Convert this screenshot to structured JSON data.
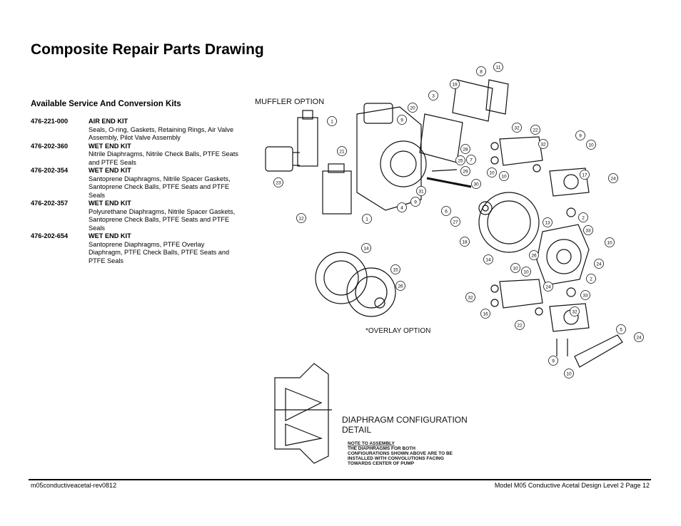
{
  "title": "Composite Repair Parts Drawing",
  "kits_heading": "Available Service And Conversion Kits",
  "kits": [
    {
      "part_no": "476-221-000",
      "name": "AIR END KIT",
      "desc": "Seals, O-ring, Gaskets, Retaining Rings, Air Valve Assembly, Pilot Valve Assembly"
    },
    {
      "part_no": "476-202-360",
      "name": "WET END KIT",
      "desc": "Nitrile Diaphragms, Nitrile Check Balls, PTFE Seats and PTFE Seals"
    },
    {
      "part_no": "476-202-354",
      "name": "WET END KIT",
      "desc": "Santoprene Diaphragms, Nitrile Spacer Gaskets, Santoprene Check Balls, PTFE Seats and PTFE Seals"
    },
    {
      "part_no": "476-202-357",
      "name": "WET END KIT",
      "desc": "Polyurethane Diaphragms, Nitrile Spacer Gaskets, Santoprene Check Balls, PTFE Seats and PTFE Seals"
    },
    {
      "part_no": "476-202-654",
      "name": "WET END KIT",
      "desc": "Santoprene Diaphragms, PTFE Overlay Diaphragm, PTFE Check Balls, PTFE Seats and PTFE Seals"
    }
  ],
  "drawing": {
    "muffler_option": "MUFFLER OPTION",
    "overlay_option": "*OVERLAY OPTION",
    "diaphragm_detail_line1": "DIAPHRAGM CONFIGURATION",
    "diaphragm_detail_line2": "DETAIL",
    "note_line1": "NOTE TO ASSEMBLY",
    "note_line2": "THE DIAPHRAGMS FOR BOTH",
    "note_line3": "CONFIGURATIONS SHOWN ABOVE ARE TO BE",
    "note_line4": "INSTALLED WITH CONVOLUTIONS FACING",
    "note_line5": "TOWARDS CENTER OF PUMP",
    "callouts": [
      "11",
      "8",
      "19",
      "3",
      "20",
      "9",
      "1",
      "21",
      "23",
      "12",
      "1",
      "4",
      "9",
      "31",
      "30",
      "25",
      "7",
      "28",
      "29",
      "32",
      "22",
      "32",
      "9",
      "10",
      "10",
      "10",
      "17",
      "24",
      "6",
      "27",
      "2",
      "33",
      "13",
      "18",
      "10",
      "26",
      "14",
      "24",
      "10",
      "10",
      "24",
      "2",
      "32",
      "33",
      "16",
      "22",
      "32",
      "5",
      "24",
      "9",
      "10",
      "14",
      "15",
      "26"
    ]
  },
  "footer": {
    "left": "m05conductiveacetal-rev0812",
    "right": "Model M05 Conductive Acetal Design Level 2  Page 12"
  }
}
